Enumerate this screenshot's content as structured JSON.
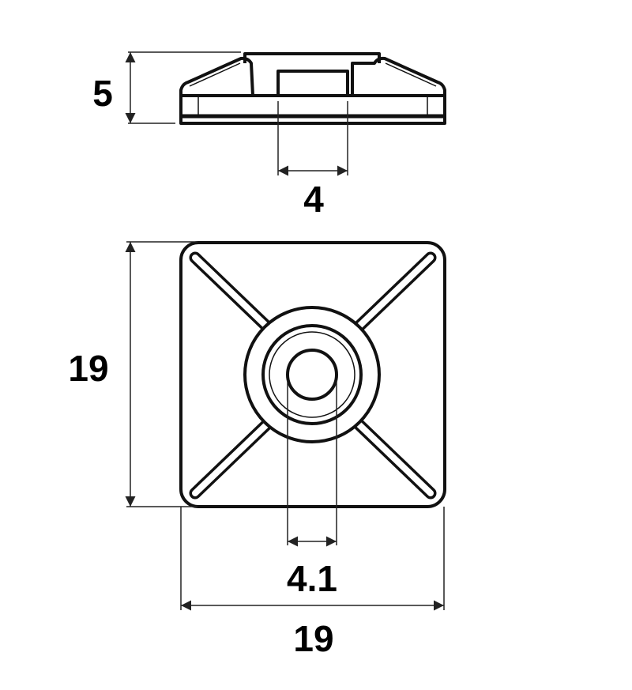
{
  "dimensions": {
    "height": "5",
    "slot_width": "4",
    "side_vertical": "19",
    "hole_diameter": "4.1",
    "side_horizontal": "19"
  },
  "colors": {
    "line": "#000000",
    "dimension_line": "#333333",
    "background": "#ffffff"
  }
}
